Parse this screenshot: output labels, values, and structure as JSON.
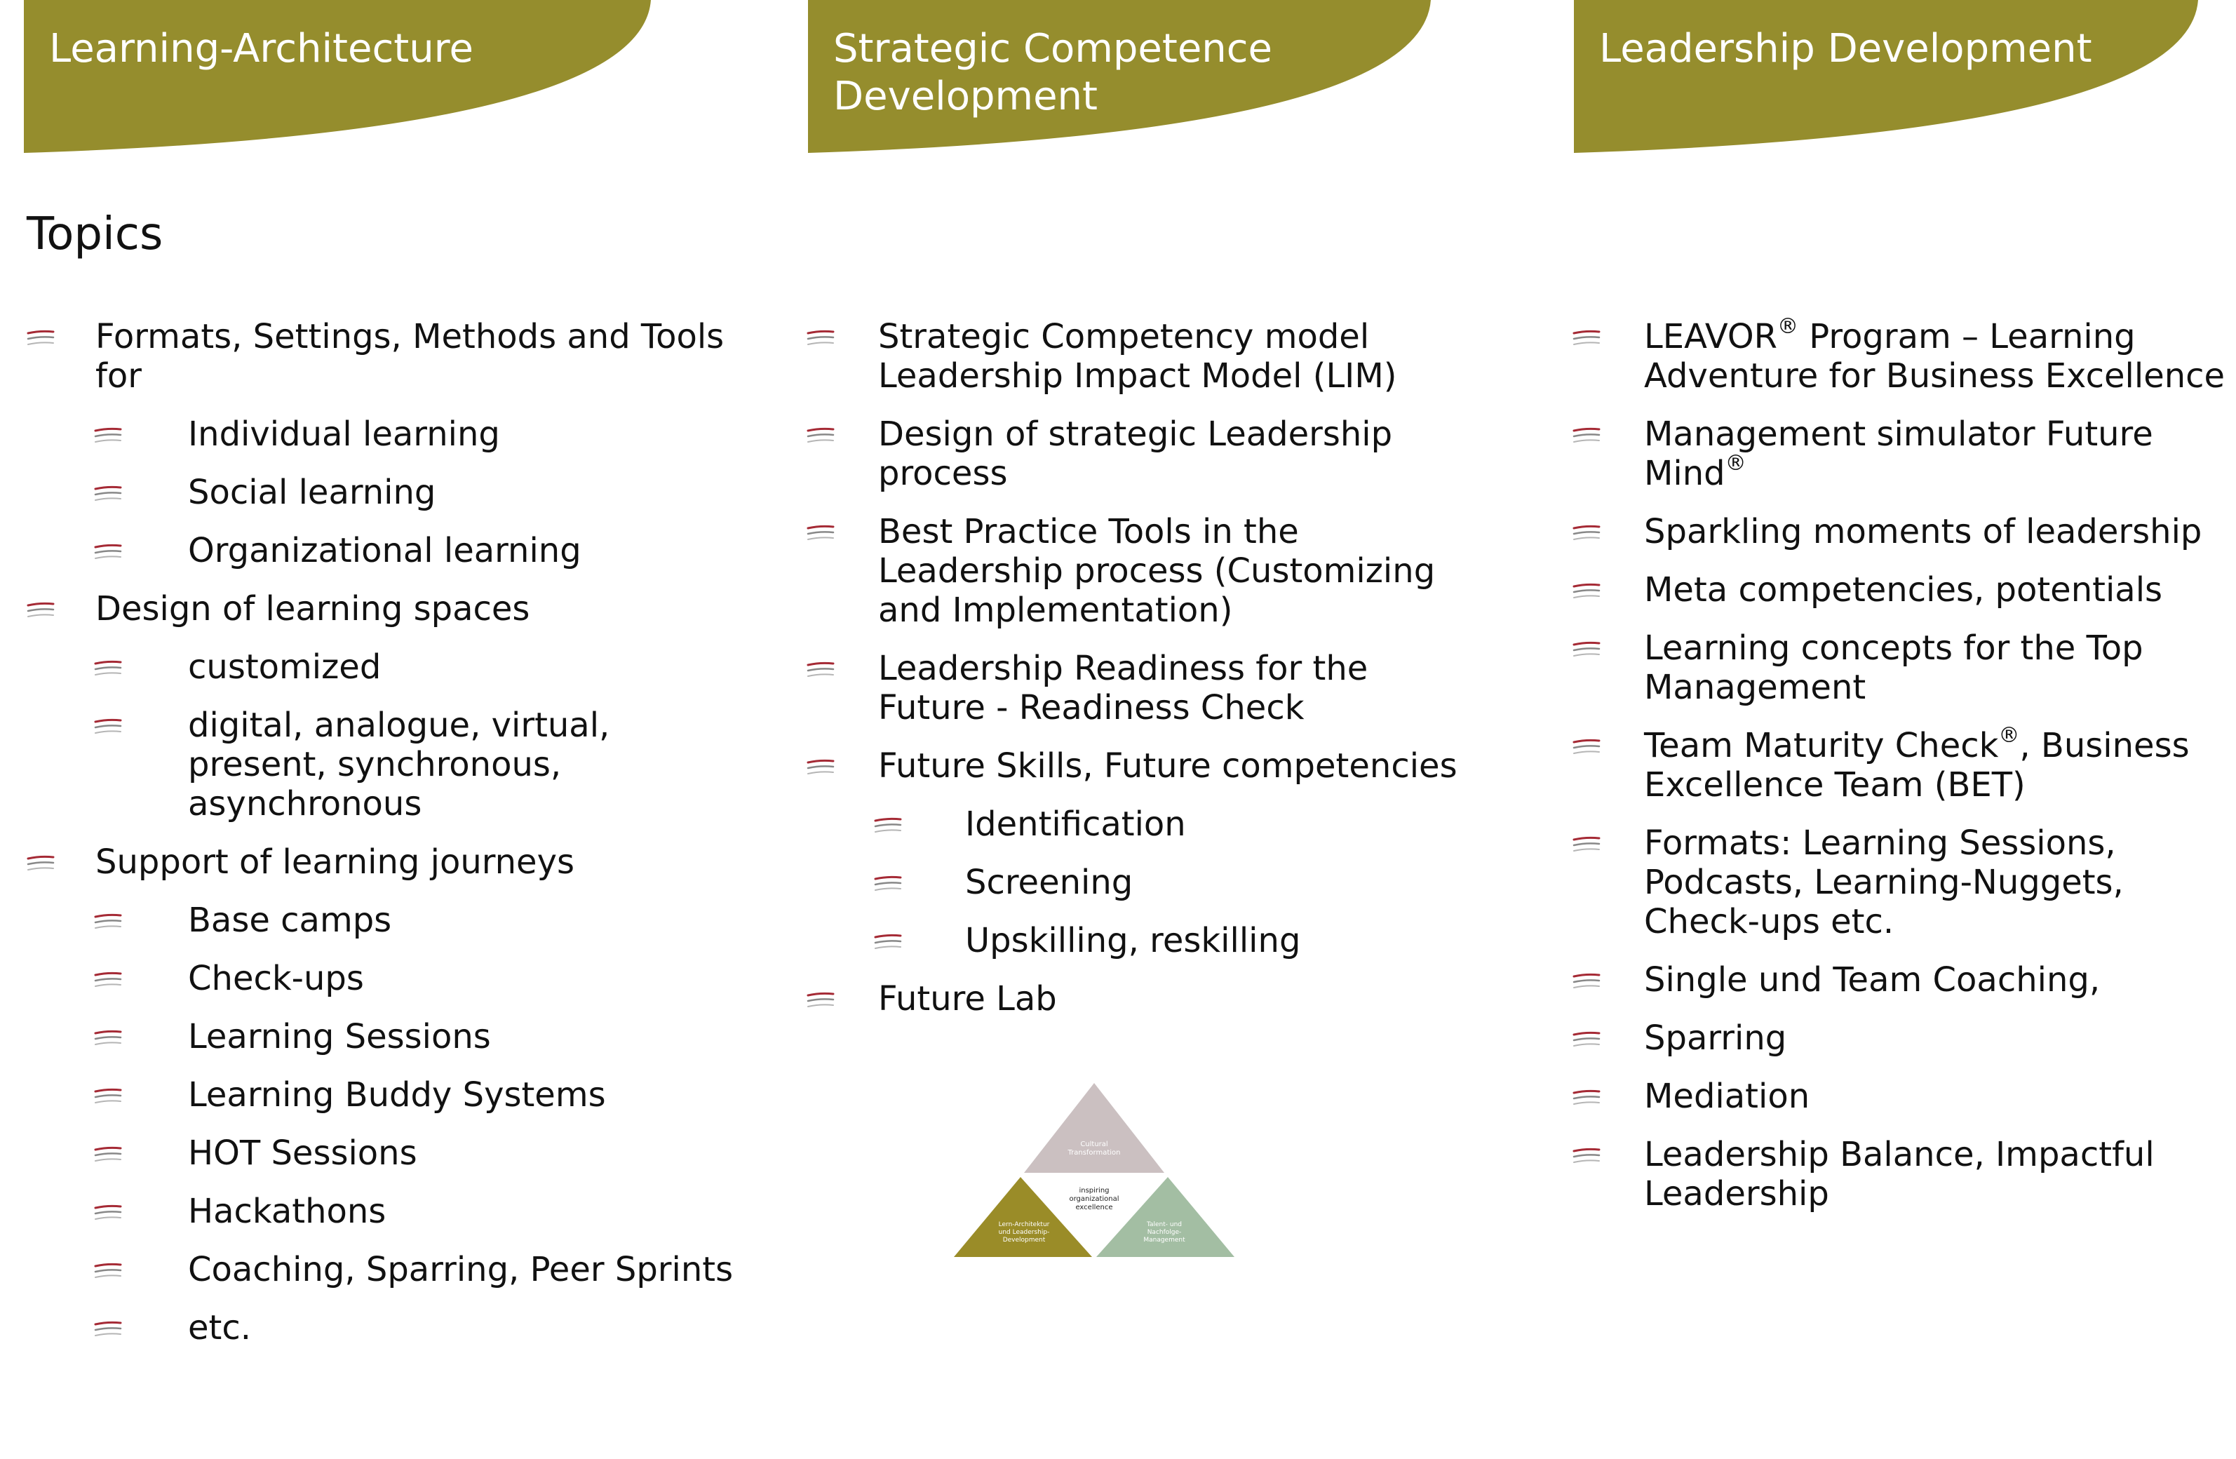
{
  "colors": {
    "header_bg": "#958d2d",
    "header_text": "#ffffff",
    "bullet": "#a52a35",
    "triangle_top": "#cbc0c1",
    "triangle_left": "#9a8c28",
    "triangle_right": "#a3bea3"
  },
  "headers": [
    {
      "title": "Learning-Architecture"
    },
    {
      "title": "Strategic Competence Development"
    },
    {
      "title": "Leadership Development"
    }
  ],
  "topics_heading": "Topics",
  "columns": [
    {
      "items": [
        {
          "level": 1,
          "text": "Formats, Settings, Methods and Tools for"
        },
        {
          "level": 2,
          "text": "Individual learning"
        },
        {
          "level": 2,
          "text": "Social learning"
        },
        {
          "level": 2,
          "text": "Organizational learning"
        },
        {
          "level": 1,
          "text": "Design of learning spaces"
        },
        {
          "level": 2,
          "text": "customized"
        },
        {
          "level": 2,
          "text": "digital, analogue, virtual, present, synchronous, asynchronous"
        },
        {
          "level": 1,
          "text": "Support of learning journeys"
        },
        {
          "level": 2,
          "text": "Base camps"
        },
        {
          "level": 2,
          "text": "Check-ups"
        },
        {
          "level": 2,
          "text": "Learning Sessions"
        },
        {
          "level": 2,
          "text": "Learning Buddy Systems"
        },
        {
          "level": 2,
          "text": "HOT Sessions"
        },
        {
          "level": 2,
          "text": "Hackathons"
        },
        {
          "level": 2,
          "text": "Coaching, Sparring, Peer Sprints"
        },
        {
          "level": 2,
          "text": "etc."
        }
      ]
    },
    {
      "items": [
        {
          "level": 1,
          "text": "Strategic Competency model Leadership Impact Model (LIM)"
        },
        {
          "level": 1,
          "text": "Design of strategic Leadership process"
        },
        {
          "level": 1,
          "text": "Best Practice Tools in the Leadership process (Customizing and Implementation)"
        },
        {
          "level": 1,
          "text": "Leadership Readiness for the Future - Readiness Check"
        },
        {
          "level": 1,
          "text": "Future Skills, Future competencies"
        },
        {
          "level": 2,
          "text": "Identification"
        },
        {
          "level": 2,
          "text": "Screening"
        },
        {
          "level": 2,
          "text": "Upskilling, reskilling"
        },
        {
          "level": 1,
          "text": "Future Lab"
        }
      ]
    },
    {
      "items": [
        {
          "level": 1,
          "text": "LEAVOR® Program – Learning Adventure for Business Excellence"
        },
        {
          "level": 1,
          "text": "Management simulator Future Mind®"
        },
        {
          "level": 1,
          "text": "Sparkling moments of leadership"
        },
        {
          "level": 1,
          "text": "Meta competencies, potentials"
        },
        {
          "level": 1,
          "text": "Learning concepts for the Top Management"
        },
        {
          "level": 1,
          "text": "Team Maturity Check®, Business Excellence Team (BET)"
        },
        {
          "level": 1,
          "text": "Formats: Learning Sessions, Podcasts, Learning-Nuggets, Check-ups etc."
        },
        {
          "level": 1,
          "text": "Single und Team Coaching,"
        },
        {
          "level": 1,
          "text": "Sparring"
        },
        {
          "level": 1,
          "text": "Mediation"
        },
        {
          "level": 1,
          "text": "Leadership Balance, Impactful Leadership"
        }
      ]
    }
  ],
  "diagram": {
    "top_label": [
      "Cultural",
      "Transformation"
    ],
    "center_label": [
      "inspiring",
      "organizational",
      "excellence"
    ],
    "left_label": [
      "Lern-Architektur",
      "und Leadership-",
      "Development"
    ],
    "right_label": [
      "Talent- und",
      "Nachfolge-",
      "Management"
    ]
  }
}
